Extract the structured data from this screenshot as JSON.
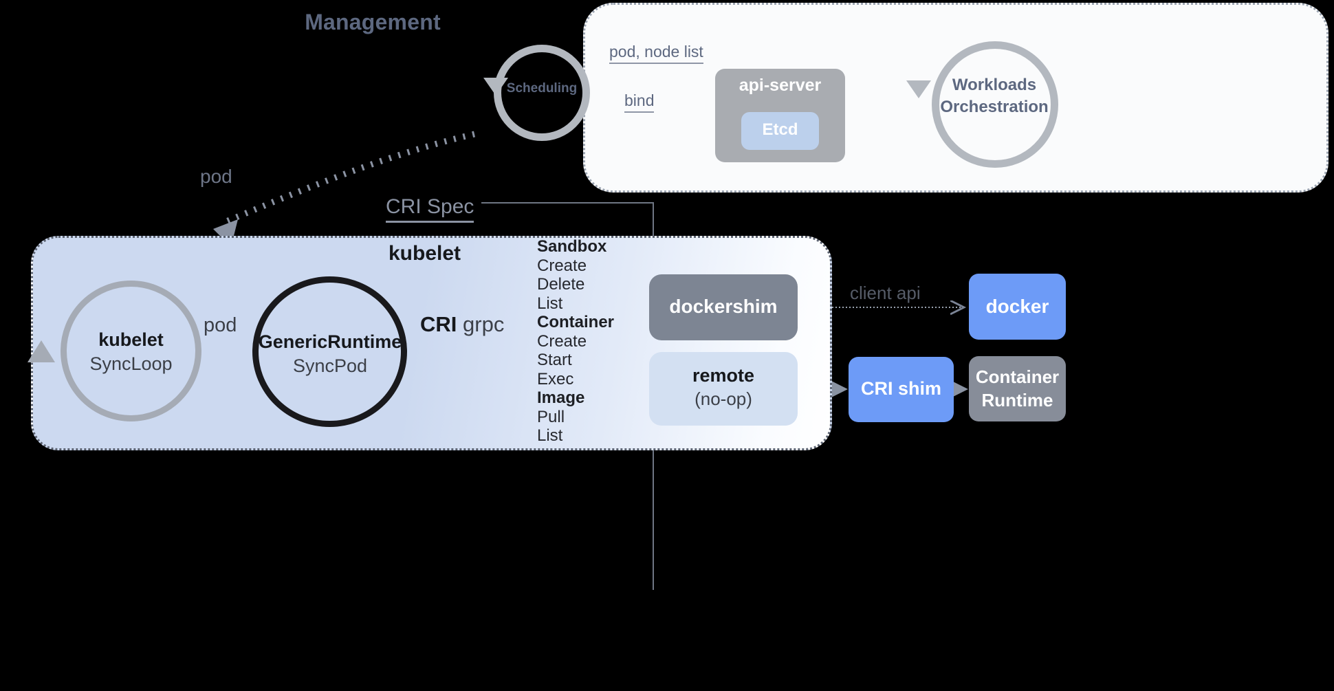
{
  "management": {
    "title": "Management",
    "scheduling_cycle_label": "Scheduling",
    "workloads_cycle_label": "Workloads\nOrchestration",
    "workloads_line1": "Workloads",
    "workloads_line2": "Orchestration",
    "api_server_label": "api-server",
    "etcd_label": "Etcd",
    "edge_pod_node_list": "pod, node list",
    "edge_bind": "bind",
    "panel_bg": "#fafbfc",
    "cycle_color": "#b3b8bf",
    "api_server_color": "#a9acb1",
    "etcd_color": "#bcd0ec",
    "text_color": "#5d6880"
  },
  "pod_flow": {
    "curve_label": "pod"
  },
  "cri": {
    "spec_caption": "CRI Spec",
    "grpc_bold": "CRI",
    "grpc_rest": "grpc",
    "methods": [
      {
        "label": "Sandbox",
        "group": true
      },
      {
        "label": "Create",
        "group": false
      },
      {
        "label": "Delete",
        "group": false
      },
      {
        "label": "List",
        "group": false
      },
      {
        "label": "Container",
        "group": true
      },
      {
        "label": "Create",
        "group": false
      },
      {
        "label": "Start",
        "group": false
      },
      {
        "label": "Exec",
        "group": false
      },
      {
        "label": "Image",
        "group": true
      },
      {
        "label": "Pull",
        "group": false
      },
      {
        "label": "List",
        "group": false
      }
    ]
  },
  "kubelet": {
    "title": "kubelet",
    "panel_border": "#5b6270",
    "panel_bg_start": "#ccd9f0",
    "panel_bg_end": "#ffffff",
    "sync_loop": {
      "name": "kubelet",
      "method": "SyncLoop"
    },
    "generic_runtime": {
      "name": "GenericRuntime",
      "method": "SyncPod"
    },
    "inner_edge_label": "pod"
  },
  "shims": {
    "dockershim": {
      "label": "dockershim",
      "color": "#7d8593",
      "text_color": "#ffffff"
    },
    "remote": {
      "label": "remote",
      "sub": "(no-op)",
      "color": "#d3e0f2",
      "text_color": "#16181c"
    }
  },
  "runtimes": {
    "docker": {
      "label": "docker",
      "color": "#6d9bf7"
    },
    "cri_shim": {
      "label": "CRI shim",
      "color": "#6d9bf7"
    },
    "container_runtime": {
      "line1": "Container",
      "line2": "Runtime",
      "color": "#878d99"
    },
    "client_api_label": "client api"
  }
}
